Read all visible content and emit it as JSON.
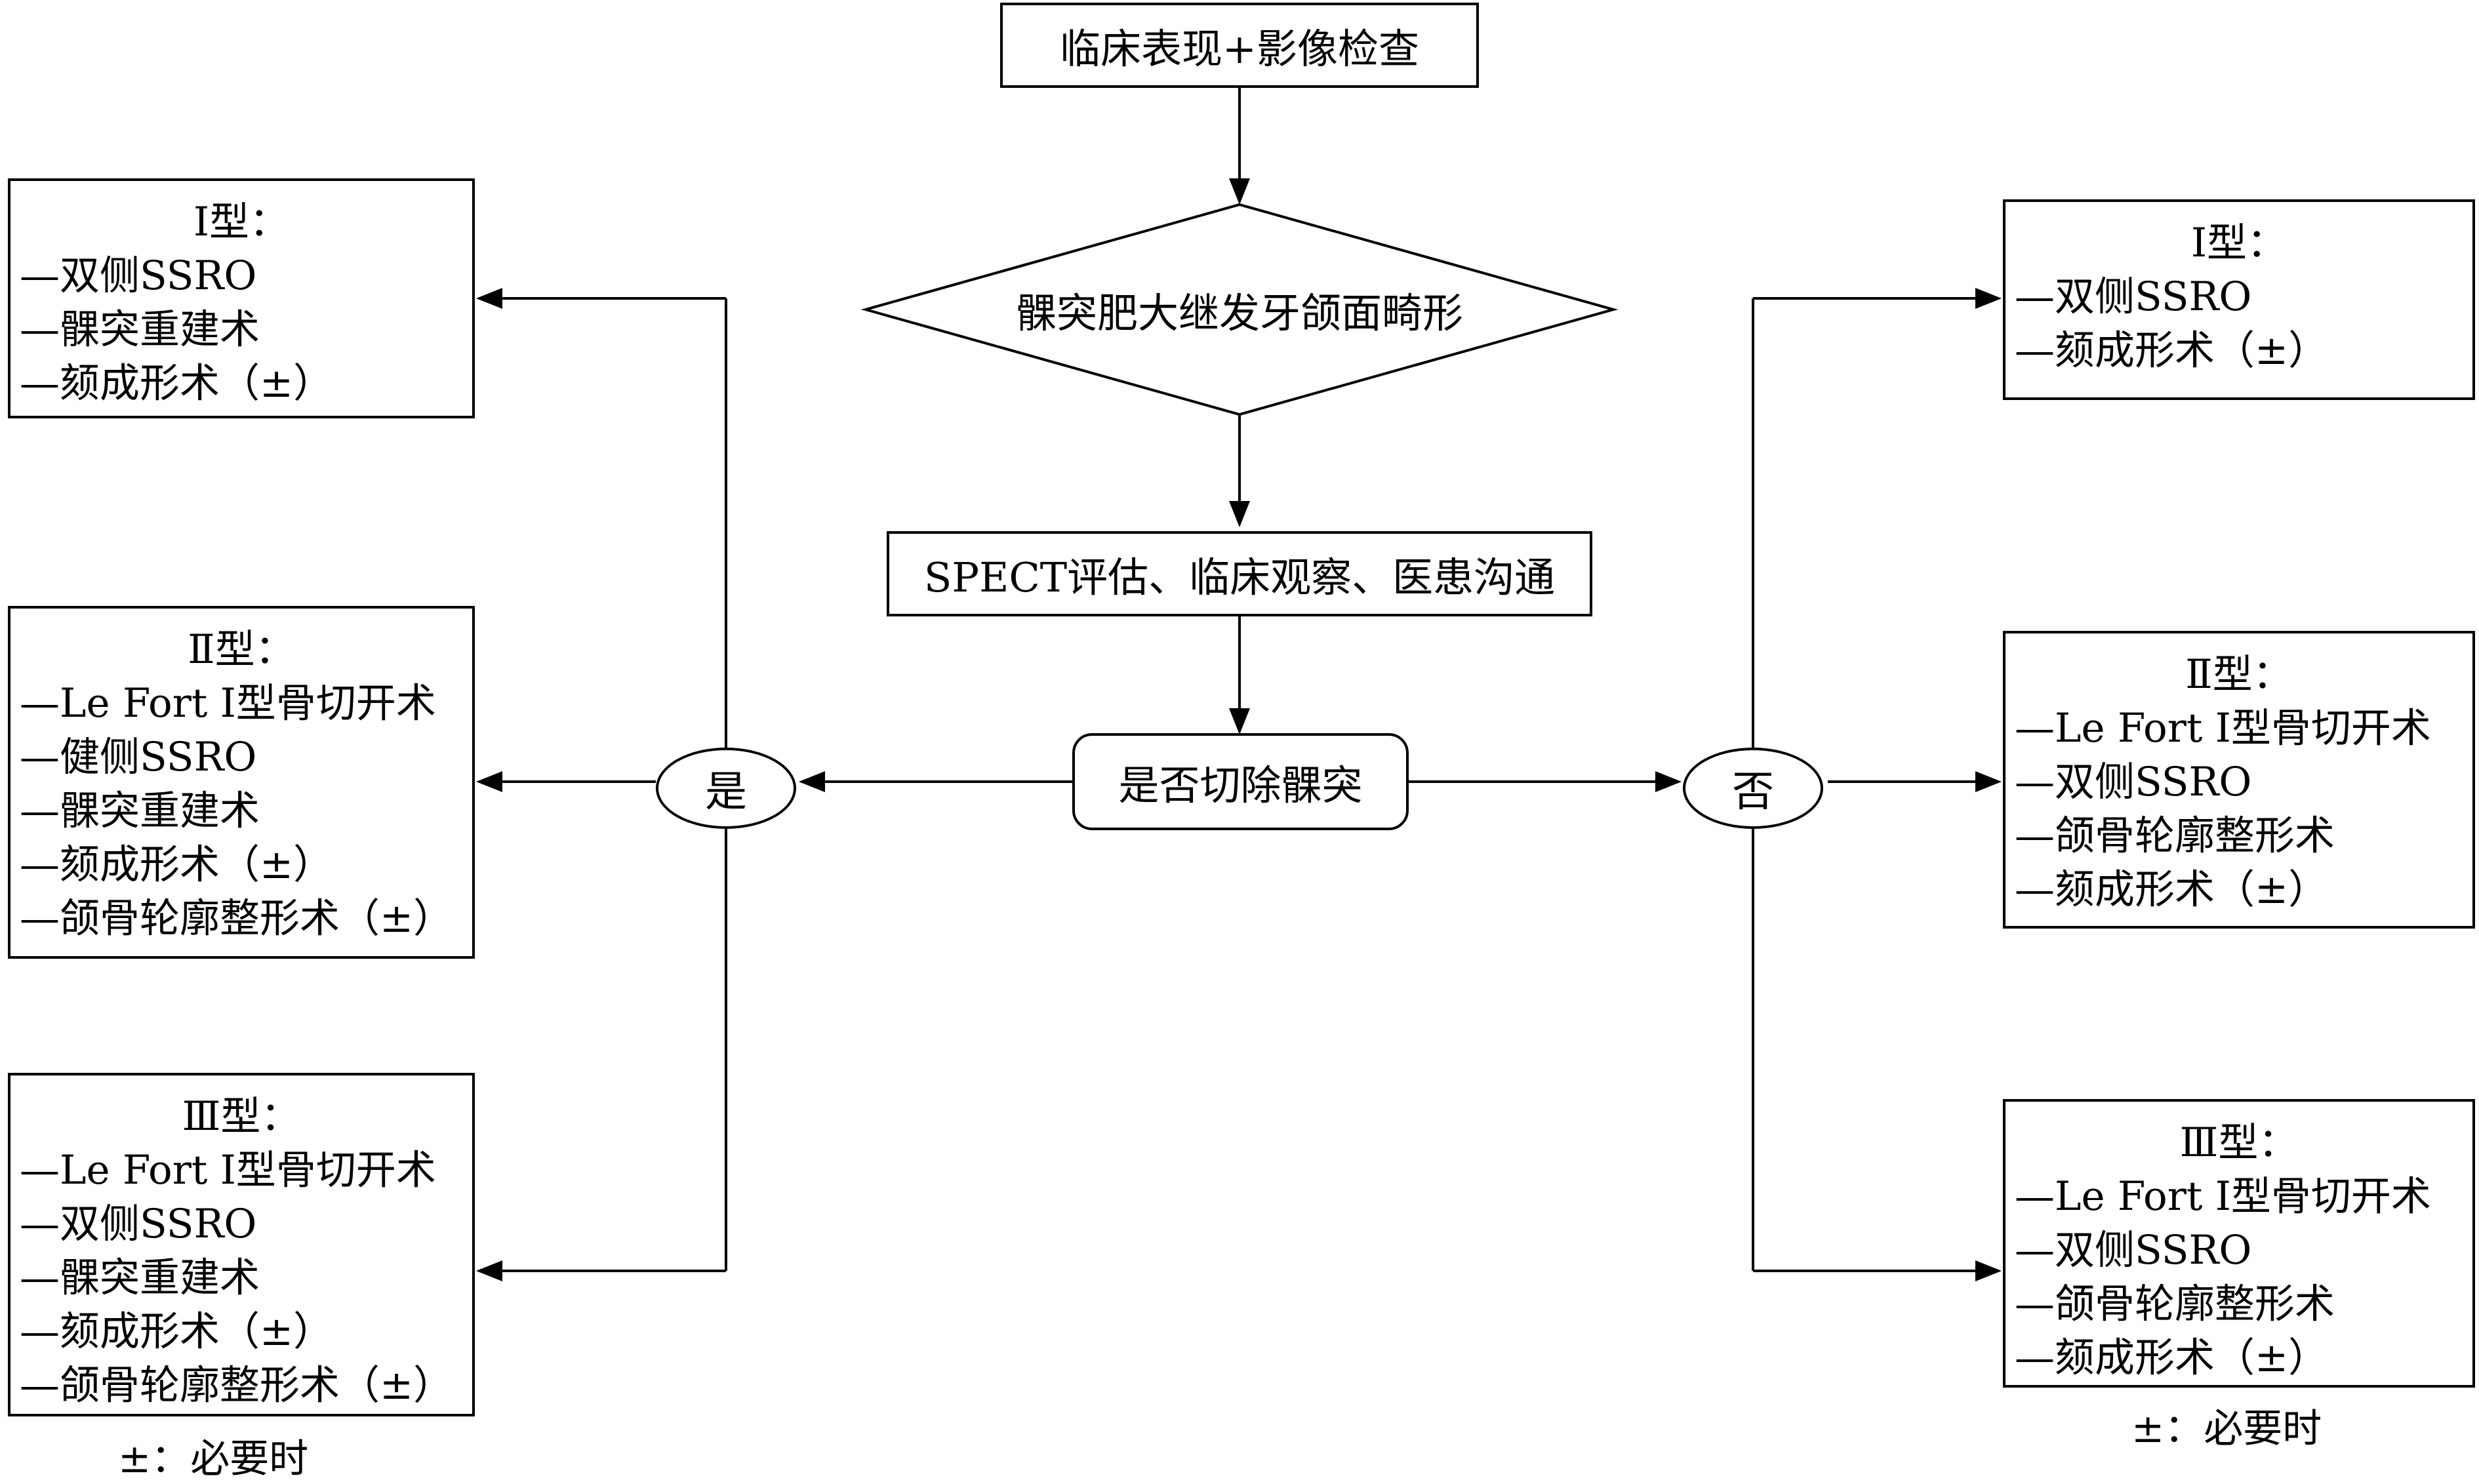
{
  "start_box": "临床表现+影像检查",
  "decision_diamond": "髁突肥大继发牙颌面畸形",
  "eval_box": "SPECT评估、临床观察、医患沟通",
  "question_box": "是否切除髁突",
  "yes_label": "是",
  "no_label": "否",
  "yes_branch": {
    "type1": {
      "title": "Ⅰ型：",
      "items": [
        "—双侧SSRO",
        "—髁突重建术",
        "—颏成形术（±）"
      ]
    },
    "type2": {
      "title": "Ⅱ型：",
      "items": [
        "—Le Fort Ⅰ型骨切开术",
        "—健侧SSRO",
        "—髁突重建术",
        "—颏成形术（±）",
        "—颌骨轮廓整形术（±）"
      ]
    },
    "type3": {
      "title": "Ⅲ型：",
      "items": [
        "—Le Fort Ⅰ型骨切开术",
        "—双侧SSRO",
        "—髁突重建术",
        "—颏成形术（±）",
        "—颌骨轮廓整形术（±）"
      ]
    },
    "note": "±：必要时"
  },
  "no_branch": {
    "type1": {
      "title": "Ⅰ型：",
      "items": [
        "—双侧SSRO",
        "—颏成形术（±）"
      ]
    },
    "type2": {
      "title": "Ⅱ型：",
      "items": [
        "—Le Fort Ⅰ型骨切开术",
        "—双侧SSRO",
        "—颌骨轮廓整形术",
        "—颏成形术（±）"
      ]
    },
    "type3": {
      "title": "Ⅲ型：",
      "items": [
        "—Le Fort Ⅰ型骨切开术",
        "—双侧SSRO",
        "—颌骨轮廓整形术",
        "—颏成形术（±）"
      ]
    },
    "note": "±：必要时"
  }
}
